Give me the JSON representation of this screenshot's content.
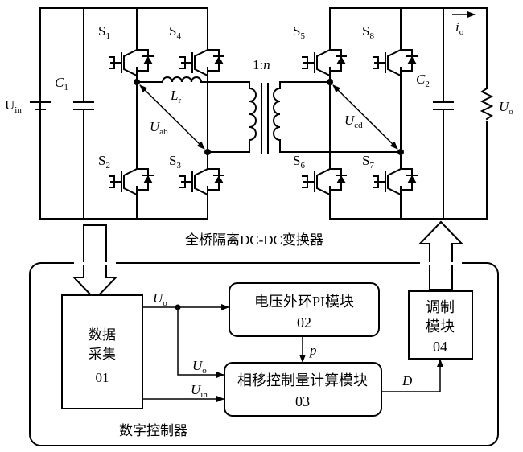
{
  "converter": {
    "title": "全桥隔离DC-DC变换器",
    "switches": [
      "S1",
      "S2",
      "S3",
      "S4",
      "S5",
      "S6",
      "S7",
      "S8"
    ],
    "uin": "U",
    "uin_sub": "in",
    "c1": "C",
    "c1_sub": "1",
    "c2": "C",
    "c2_sub": "2",
    "lr": "L",
    "lr_sub": "r",
    "uab": "U",
    "uab_sub": "ab",
    "ucd": "U",
    "ucd_sub": "cd",
    "ratio_prefix": "1:",
    "ratio_n": "n",
    "io": "i",
    "io_sub": "o",
    "uo": "U",
    "uo_sub": "o"
  },
  "controller": {
    "title": "数字控制器",
    "daq": {
      "line1": "数据",
      "line2": "采集",
      "id": "01"
    },
    "voltage_loop": {
      "name": "电压外环PI模块",
      "id": "02"
    },
    "phase_shift": {
      "name": "相移控制量计算模块",
      "id": "03"
    },
    "modulation": {
      "line1": "调制",
      "line2": "模块",
      "id": "04"
    },
    "signals": {
      "uo_top": "U",
      "uo_top_sub": "o",
      "uo_mid": "U",
      "uo_mid_sub": "o",
      "uin": "U",
      "uin_sub": "in",
      "p": "p",
      "d": "D"
    }
  }
}
